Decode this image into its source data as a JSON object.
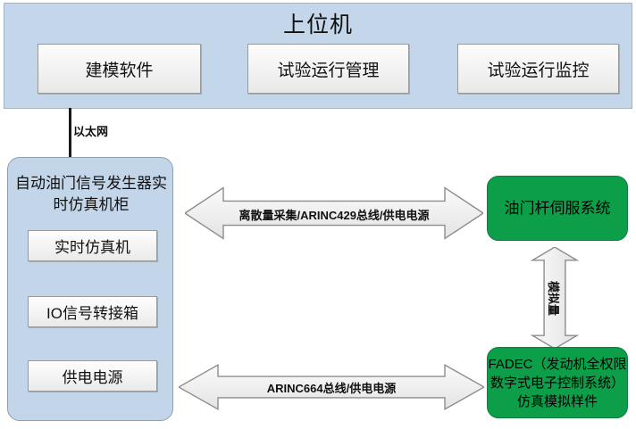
{
  "diagram": {
    "host": {
      "title": "上位机",
      "boxes": [
        {
          "label": "建模软件"
        },
        {
          "label": "试验运行管理"
        },
        {
          "label": "试验运行监控"
        }
      ]
    },
    "ethernet": {
      "label": "以太网"
    },
    "cabinet": {
      "title": "自动油门信号发生器实时仿真机柜",
      "boxes": [
        {
          "label": "实时仿真机"
        },
        {
          "label": "IO信号转接箱"
        },
        {
          "label": "供电电源"
        }
      ]
    },
    "targets": [
      {
        "label": "油门杆伺服系统"
      },
      {
        "label": "FADEC（发动机全权限数字式电子控制系统）仿真模拟样件"
      }
    ],
    "connections": {
      "top": {
        "label": "离散量采集/ARINC429总线/供电电源"
      },
      "bottom": {
        "label": "ARINC664总线/供电电源"
      },
      "vertical": {
        "label": "模拟量"
      }
    },
    "colors": {
      "panel_blue": "#c4d6e9",
      "cabinet_blue": "#c3d5e8",
      "target_green": "#0d9e4a",
      "box_white": "#f3f3f3",
      "arrow_gray": "#efefef",
      "line_black": "#1a1a1a"
    }
  }
}
